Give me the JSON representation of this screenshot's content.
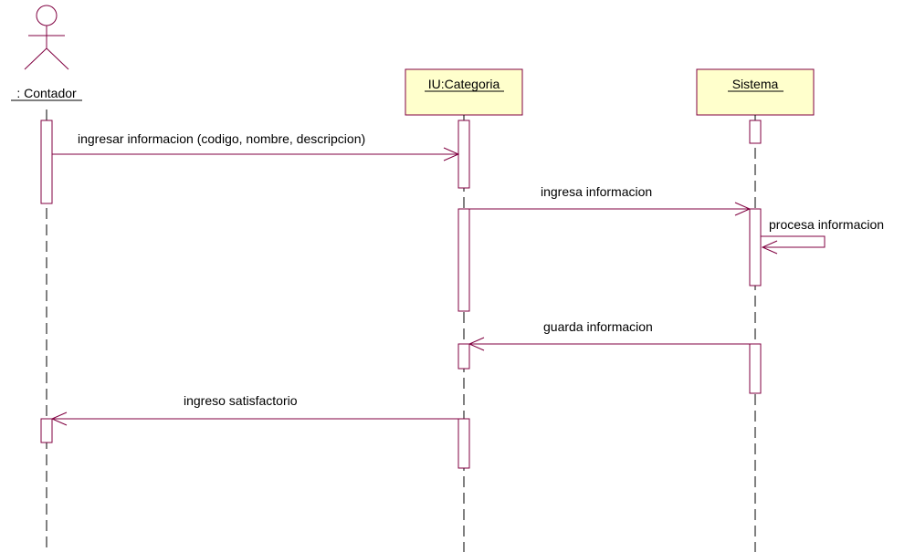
{
  "colors": {
    "line": "#800040",
    "object_fill": "#ffffcc",
    "lifeline": "#000000",
    "background": "#ffffff"
  },
  "actor": {
    "label": ": Contador",
    "icon": "stick-figure-actor-icon"
  },
  "objects": {
    "ui_categoria": {
      "label": "IU:Categoria"
    },
    "sistema": {
      "label": "Sistema"
    }
  },
  "messages": {
    "m1": "ingresar informacion (codigo, nombre, descripcion)",
    "m2": "ingresa informacion",
    "m3": "procesa informacion",
    "m4": "guarda informacion",
    "m5": "ingreso satisfactorio"
  }
}
